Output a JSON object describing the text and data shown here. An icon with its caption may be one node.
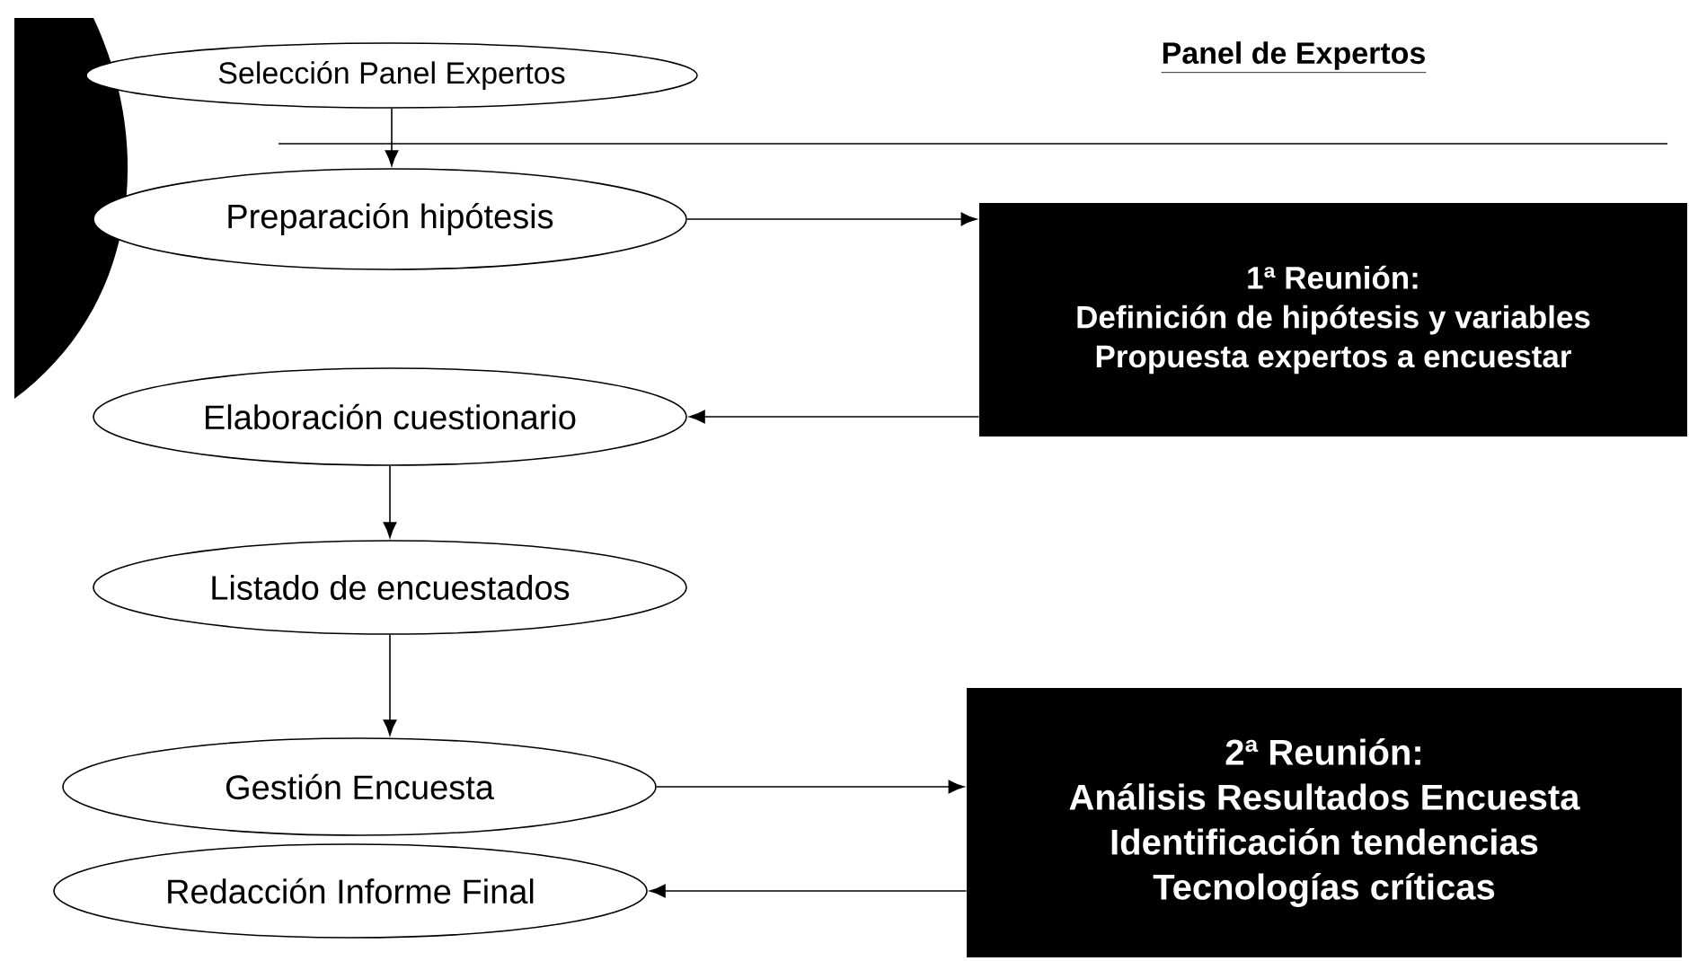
{
  "diagram": {
    "title": "Panel de Expertos",
    "nodes": [
      {
        "text": [
          "Selección Panel Expertos"
        ]
      },
      {
        "text": [
          "Preparación hipótesis"
        ]
      },
      {
        "text": [
          "Elaboración cuestionario"
        ]
      },
      {
        "text": [
          "Listado de encuestados"
        ]
      },
      {
        "text": [
          "Gestión Encuesta"
        ]
      },
      {
        "text": [
          "Redacción Informe Final"
        ]
      },
      {
        "text": [
          "1ª Reunión:",
          "Definición de hipótesis y variables",
          "Propuesta expertos a encuestar"
        ]
      },
      {
        "text": [
          "2ª Reunión:",
          "Análisis Resultados Encuesta",
          "Identificación tendencias",
          "Tecnologías críticas"
        ]
      }
    ],
    "edges": [
      {
        "from": 0,
        "to": 1,
        "arrow": "to"
      },
      {
        "from": 1,
        "to": 6,
        "arrow": "to"
      },
      {
        "from": 6,
        "to": 2,
        "arrow": "to"
      },
      {
        "from": 2,
        "to": 3,
        "arrow": "to"
      },
      {
        "from": 3,
        "to": 4,
        "arrow": "to"
      },
      {
        "from": 4,
        "to": 7,
        "arrow": "to"
      },
      {
        "from": 7,
        "to": 5,
        "arrow": "to"
      }
    ]
  }
}
